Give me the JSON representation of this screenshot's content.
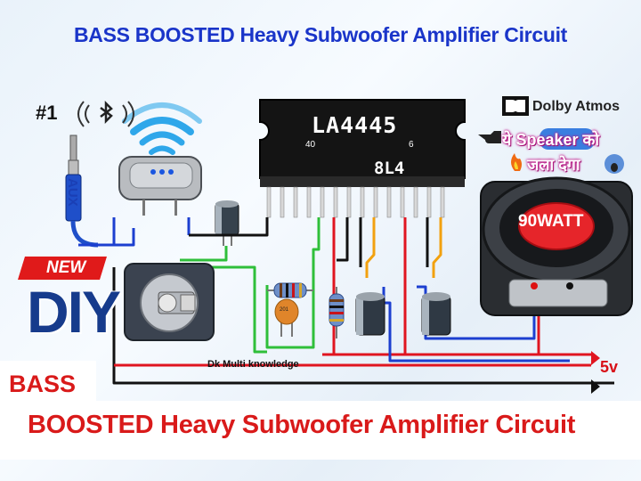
{
  "title_top": "BASS BOOSTED Heavy Subwoofer Amplifier Circuit",
  "bluetooth_label": "#1",
  "aux_label": "AUX",
  "chip": {
    "name": "LA4445",
    "code": "8L4",
    "pin_left": "40",
    "pin_right": "6"
  },
  "brand_badge": "Dolby Atmos",
  "hindi_line1": "ये Speaker को",
  "hindi_line2": "जला देगा",
  "speaker_rating": "90WATT",
  "new_badge": "NEW",
  "diy_label": "DIY",
  "credit": "Dk Multi knowledge",
  "supply_label": "5v",
  "ceramic_cap_label": "201",
  "title_bottom_line1": "BASS",
  "title_bottom_line2": "BOOSTED Heavy Subwoofer Amplifier Circuit",
  "colors": {
    "title_blue": "#1a35c9",
    "title_red": "#d91a1a",
    "wire_red": "#e01520",
    "wire_blue": "#1c3fd0",
    "wire_green": "#2fbf3a",
    "wire_orange": "#f2a10f",
    "wire_black": "#111111",
    "chip_body": "#141414"
  }
}
